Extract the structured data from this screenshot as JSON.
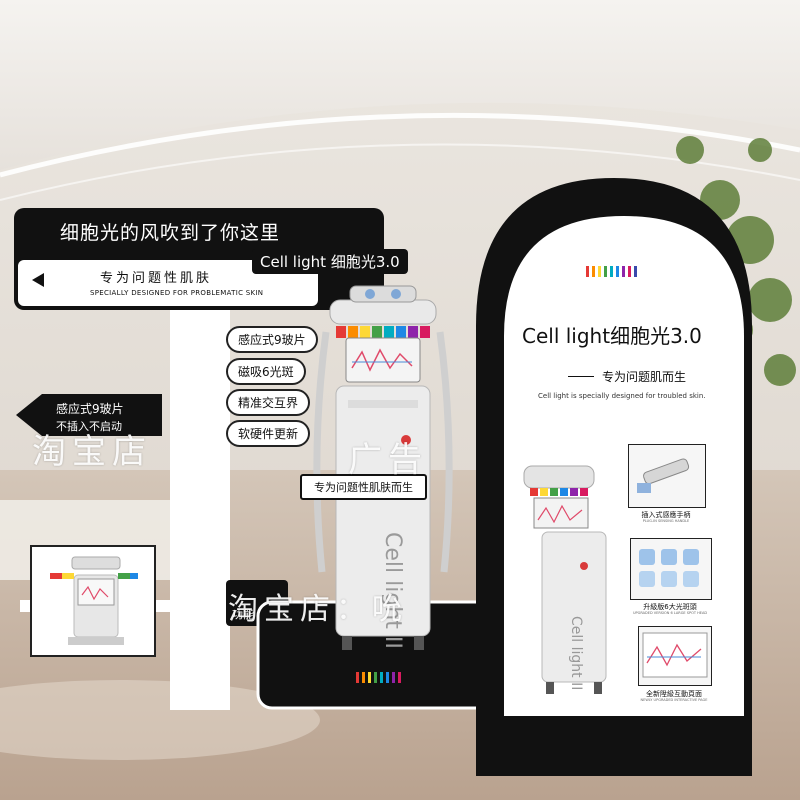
{
  "banner": {
    "title_cn": "细胞光的风吹到了你这里",
    "subtitle_cn": "专为问题性肌肤",
    "subtitle_en": "SPECIALLY DESIGNED FOR PROBLEMATIC SKIN",
    "machine_label": "Cell light 细胞光3.0"
  },
  "arrow_sign": {
    "line1": "感应式9玻片",
    "line2": "不插入不启动"
  },
  "features": [
    "感应式9玻片",
    "磁吸6光斑",
    "精准交互界",
    "软硬件更新"
  ],
  "stand_banner": "专为问题性肌肤而生",
  "small_sign_text": "功能",
  "machine_front_text": "Cell light II",
  "arch": {
    "title": "Cell light细胞光3.0",
    "tagline": "专为问题肌而生",
    "description_en": "Cell light is specially designed for troubled skin.",
    "machine_text": "Cell light II",
    "callouts": [
      {
        "cn": "插入式感應手柄",
        "en": "PLUG-IN SENSING HANDLE"
      },
      {
        "cn": "升級版6大光斑頭",
        "en": "UPGRADED VERSION 6 LARGE SPOT HEAD"
      },
      {
        "cn": "全新陞級互動頁面",
        "en": "NEWLY UPGRADED INTERACTIVE PAGE"
      }
    ]
  },
  "watermark": {
    "text1": "淘宝店",
    "text2": "广告",
    "text3": "淘宝店：吮"
  },
  "colors": {
    "dark": "#111111",
    "panel": "#ffffff",
    "accent": "#d93a3a",
    "floor": "#c9b8a8"
  },
  "rainbow_colors": [
    "#e53935",
    "#fb8c00",
    "#fdd835",
    "#43a047",
    "#00acc1",
    "#1e88e5",
    "#8e24aa",
    "#d81b60",
    "#3949ab"
  ]
}
